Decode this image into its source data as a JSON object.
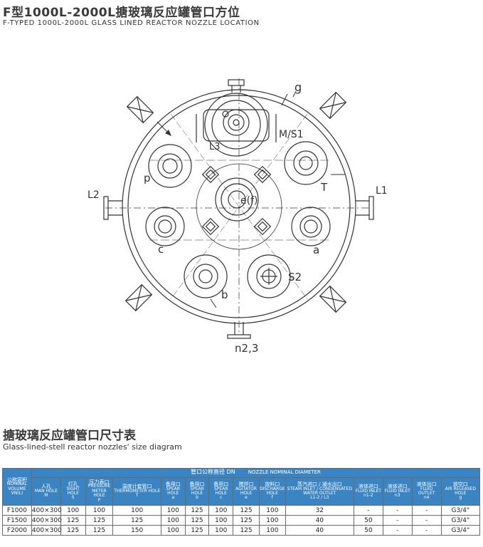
{
  "header": {
    "title_cn": "F型1000L-2000L搪玻璃反应罐管口方位",
    "title_en": "F-TYPED 1000L-2000L GLASS LINED REACTOR NOZZLE LOCATION"
  },
  "drawing": {
    "labels": {
      "g": "g",
      "ms1": "M/S1",
      "l3": "L3",
      "p": "p",
      "t": "T",
      "l2": "L2",
      "l1": "L1",
      "ef": "e(f)",
      "c": "c",
      "a": "a",
      "s2": "S2",
      "b": "b",
      "n23": "n2,3"
    }
  },
  "section": {
    "title_cn": "搪玻璃反应罐管口尺寸表",
    "title_en": "Glass-lined-stell reactor nozzles' size diagram"
  },
  "table": {
    "group_cn": "管口公称直径 DN",
    "group_en": "NOZZLE NOMINAL DIAMETER",
    "volume_head": {
      "cn": "公称容积",
      "en1": "NOMINAL",
      "en2": "VOLUME",
      "sym": "VN(L)"
    },
    "columns": [
      {
        "cn": "人孔",
        "en": "MAN HOLE",
        "sym": "M"
      },
      {
        "cn": "灯孔",
        "en": "SIGHT HOLE",
        "sym": "S"
      },
      {
        "cn": "压力表口",
        "en": "PRESSURE METER HOLE",
        "sym": "P"
      },
      {
        "cn": "温度计套管口",
        "en": "THERMOMETER HOLE",
        "sym": "T"
      },
      {
        "cn": "备用口",
        "en": "SPEAR HOLE",
        "sym": "a"
      },
      {
        "cn": "备用口",
        "en": "SPEAR HOLE",
        "sym": "b"
      },
      {
        "cn": "备用口",
        "en": "SPEAR HOLE",
        "sym": "c"
      },
      {
        "cn": "搅拌口",
        "en": "AGITATOR HOLE",
        "sym": "e"
      },
      {
        "cn": "放料口",
        "en": "DISCHARGE HOLE",
        "sym": "f"
      },
      {
        "cn": "蒸汽进口 / 凝水出口",
        "en": "STEAM INLET / CONDENSATED WATER OUTLET",
        "sym": "L1-2 / L3"
      },
      {
        "cn": "液体进口",
        "en": "FLUID INLET",
        "sym": "n1-2"
      },
      {
        "cn": "液体进口",
        "en": "FLUID INLET",
        "sym": "n3"
      },
      {
        "cn": "液体出口",
        "en": "FLUID OUTLET",
        "sym": "n4"
      },
      {
        "cn": "放空口",
        "en": "AIR RELEASED HOLE",
        "sym": "g"
      }
    ],
    "rows": [
      {
        "vol": "F1000",
        "m": "400×300",
        "s": "100",
        "p": "100",
        "t": "100",
        "a": "100",
        "b": "125",
        "c": "100",
        "e": "125",
        "f": "100",
        "l": "32",
        "n12": "-",
        "n3": "-",
        "n4": "-",
        "g": "G3/4\""
      },
      {
        "vol": "F1500",
        "m": "400×300",
        "s": "125",
        "p": "125",
        "t": "125",
        "a": "100",
        "b": "125",
        "c": "100",
        "e": "125",
        "f": "100",
        "l": "40",
        "n12": "50",
        "n3": "-",
        "n4": "-",
        "g": "G3/4\""
      },
      {
        "vol": "F2000",
        "m": "400×300",
        "s": "125",
        "p": "125",
        "t": "150",
        "a": "100",
        "b": "125",
        "c": "100",
        "e": "125",
        "f": "100",
        "l": "40",
        "n12": "50",
        "n3": "-",
        "n4": "-",
        "g": "G3/4\""
      }
    ]
  }
}
